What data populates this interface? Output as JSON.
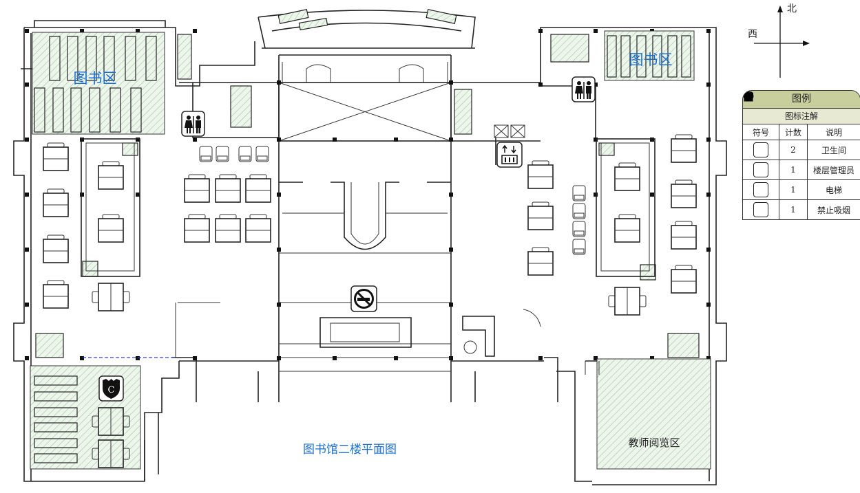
{
  "plan": {
    "title": "图书馆二楼平面图",
    "zones": {
      "library_west": "图书区",
      "library_east": "图书区",
      "teacher_reading": "教师阅览区"
    }
  },
  "compass": {
    "north": "北",
    "west": "西"
  },
  "legend": {
    "title": "图例",
    "subtitle": "图标注解",
    "headers": {
      "symbol": "符号",
      "count": "计数",
      "description": "说明"
    },
    "rows": [
      {
        "icon": "restroom-icon",
        "count": "2",
        "description": "卫生间"
      },
      {
        "icon": "floor-manager-shield-icon",
        "count": "1",
        "description": "楼层管理员"
      },
      {
        "icon": "elevator-icon",
        "count": "1",
        "description": "电梯"
      },
      {
        "icon": "no-smoking-icon",
        "count": "1",
        "description": "禁止吸烟"
      }
    ]
  },
  "colors": {
    "label_blue": "#1a6fd0",
    "legend_header": "#c8cf9d",
    "legend_sub": "#e7e9d3",
    "hatch": "#9cc79a"
  }
}
